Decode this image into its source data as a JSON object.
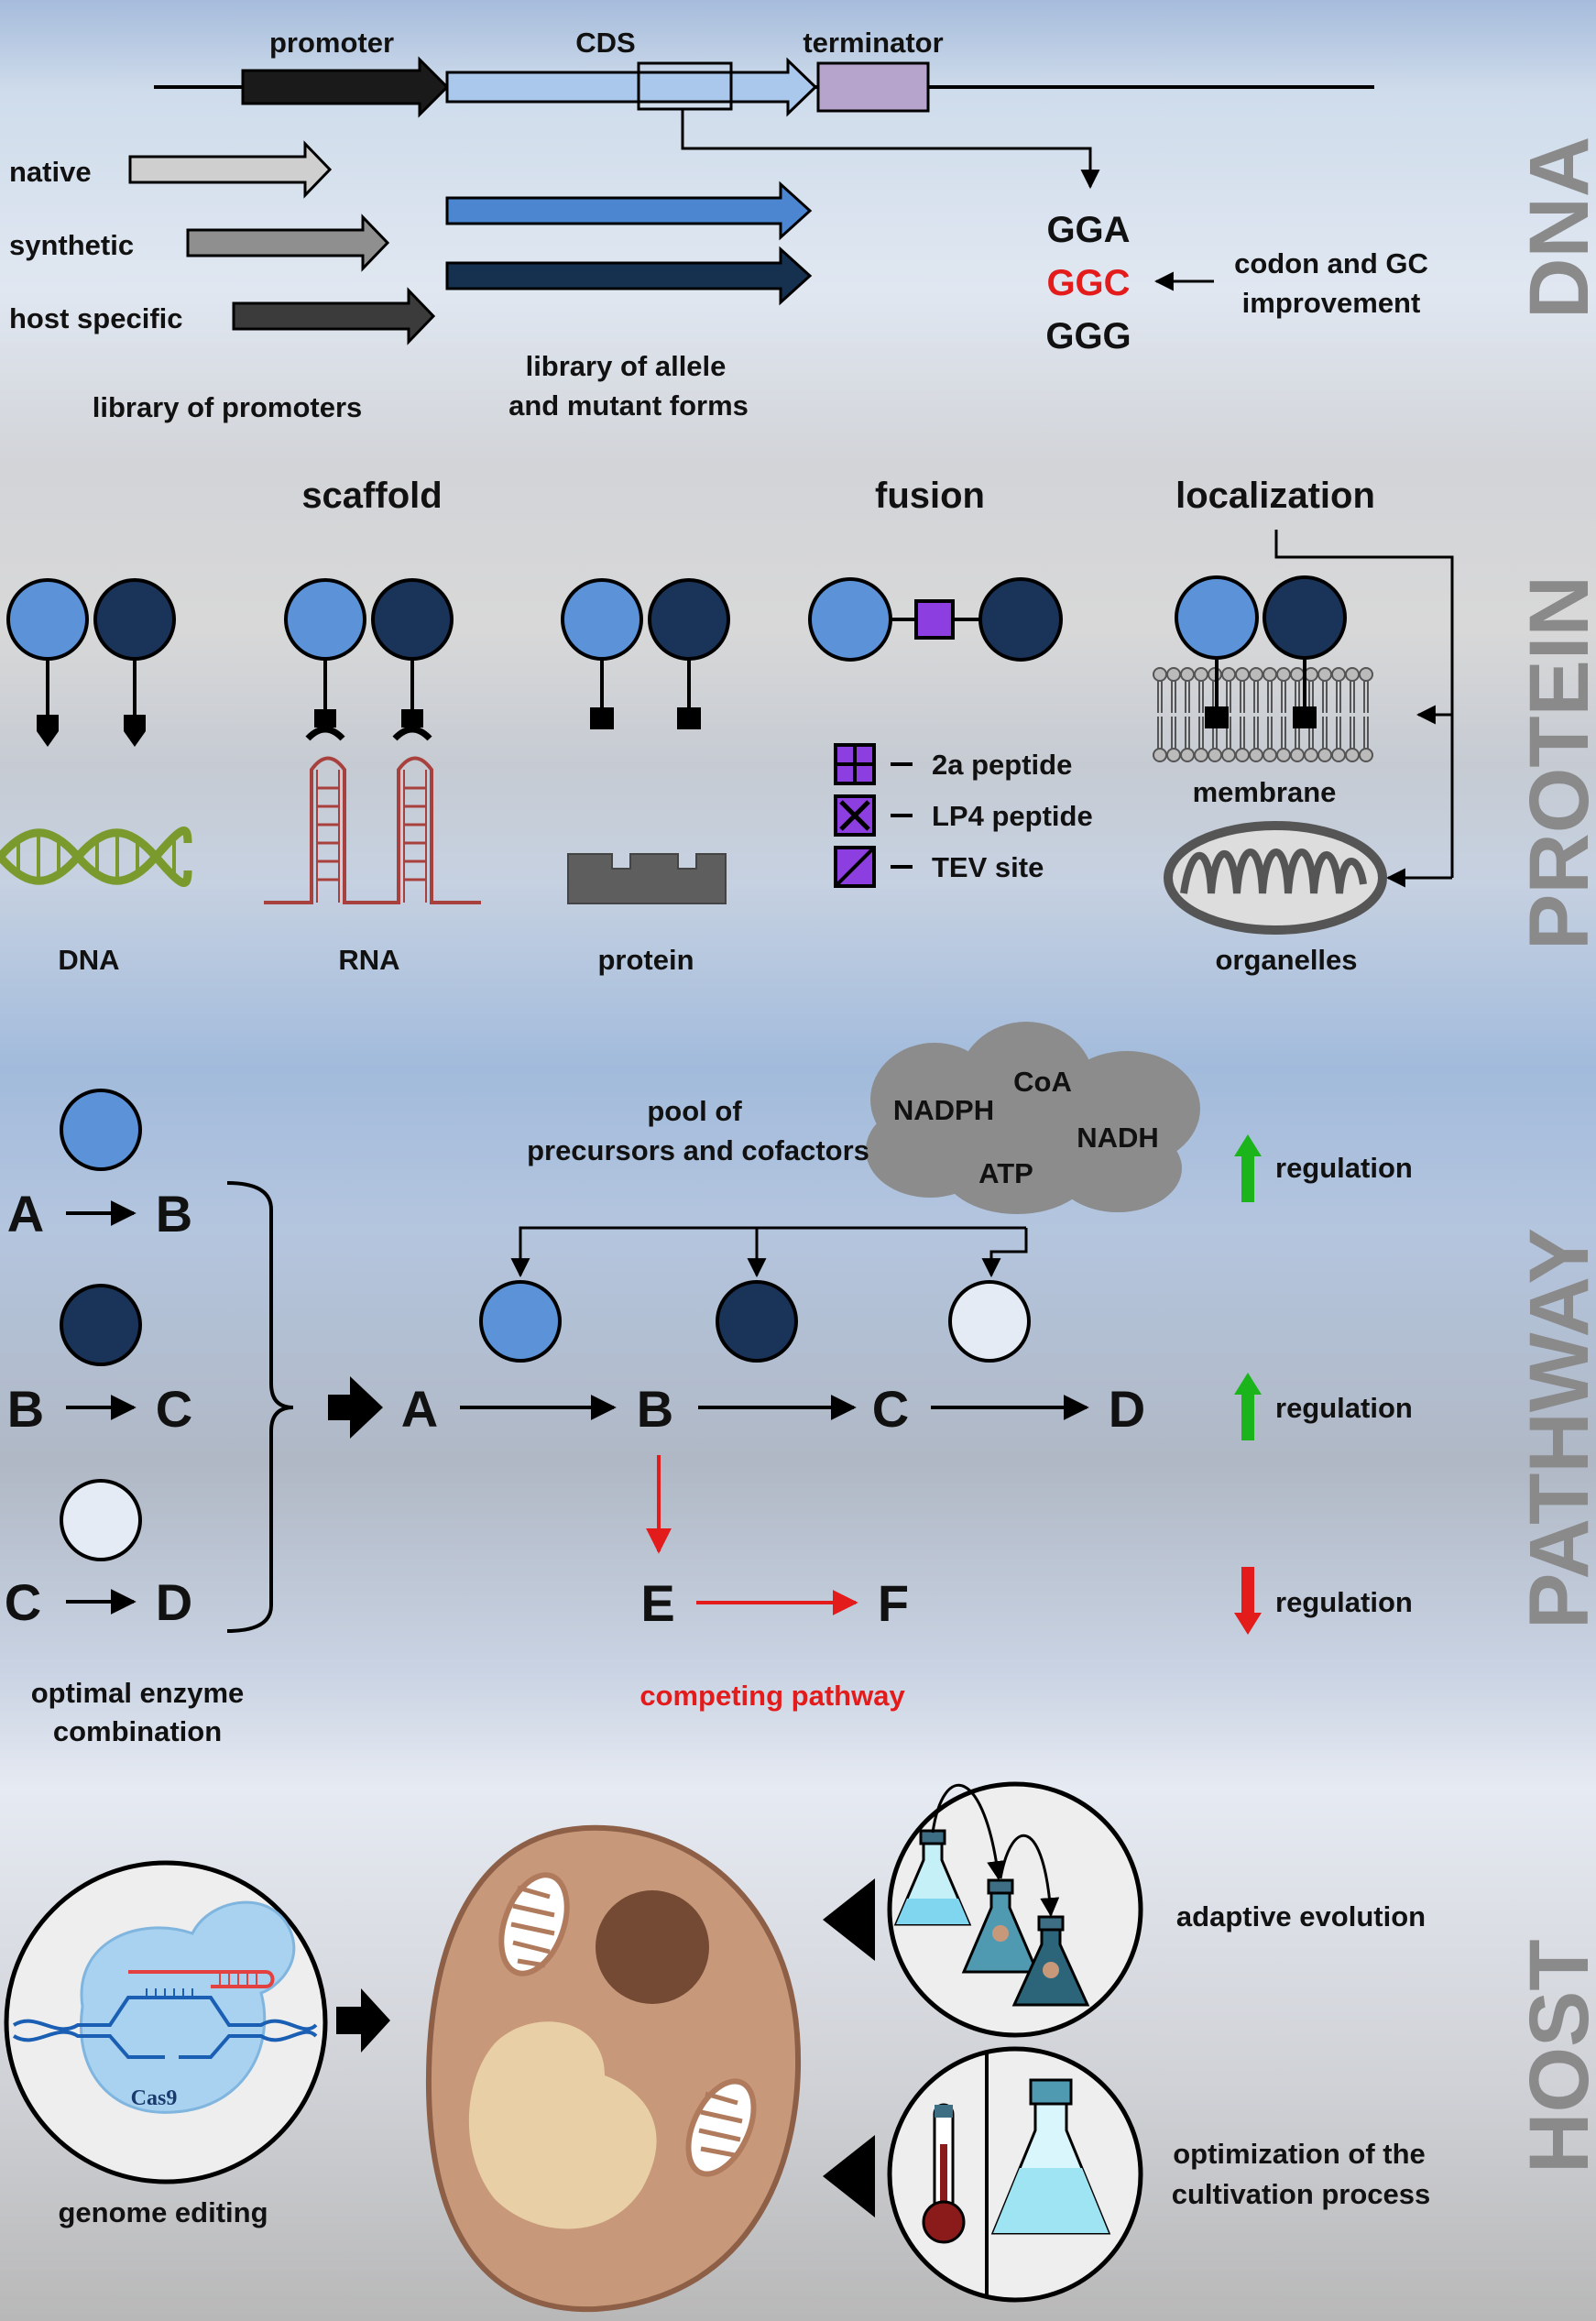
{
  "dna": {
    "section_label": "DNA",
    "promoter": "promoter",
    "cds": "CDS",
    "terminator": "terminator",
    "native": "native",
    "synthetic": "synthetic",
    "host_specific": "host specific",
    "library_promoters": "library of promoters",
    "library_allele_1": "library of allele",
    "library_allele_2": "and mutant forms",
    "codons": [
      "GGA",
      "GGC",
      "GGG"
    ],
    "codon_improve_1": "codon and GC",
    "codon_improve_2": "improvement"
  },
  "protein": {
    "section_label": "PROTEIN",
    "scaffold": "scaffold",
    "fusion": "fusion",
    "localization": "localization",
    "dna": "DNA",
    "rna": "RNA",
    "protein": "protein",
    "legend": [
      "2a peptide",
      "LP4 peptide",
      "TEV site"
    ],
    "membrane": "membrane",
    "organelles": "organelles"
  },
  "pathway": {
    "section_label": "PATHWAY",
    "pool_1": "pool of",
    "pool_2": "precursors and cofactors",
    "cofactors": [
      "NADPH",
      "CoA",
      "NADH",
      "ATP"
    ],
    "reactions": [
      {
        "from": "A",
        "to": "B"
      },
      {
        "from": "B",
        "to": "C"
      },
      {
        "from": "C",
        "to": "D"
      }
    ],
    "main": [
      "A",
      "B",
      "C",
      "D"
    ],
    "competing": [
      "E",
      "F"
    ],
    "competing_label": "competing pathway",
    "optimal_1": "optimal enzyme",
    "optimal_2": "combination",
    "regulation": [
      "regulation",
      "regulation",
      "regulation"
    ]
  },
  "host": {
    "section_label": "HOST",
    "genome_editing": "genome editing",
    "cas9": "Cas9",
    "adaptive": "adaptive evolution",
    "optim_1": "optimization of the",
    "optim_2": "cultivation process"
  },
  "colors": {
    "enzyme_light": "#5b92d8",
    "enzyme_dark": "#1a3358",
    "enzyme_pale": "#e4ebf5",
    "red": "#e31b1b",
    "green": "#1bb51b",
    "purple": "#8d3ee0",
    "cell": "#c8987a"
  }
}
